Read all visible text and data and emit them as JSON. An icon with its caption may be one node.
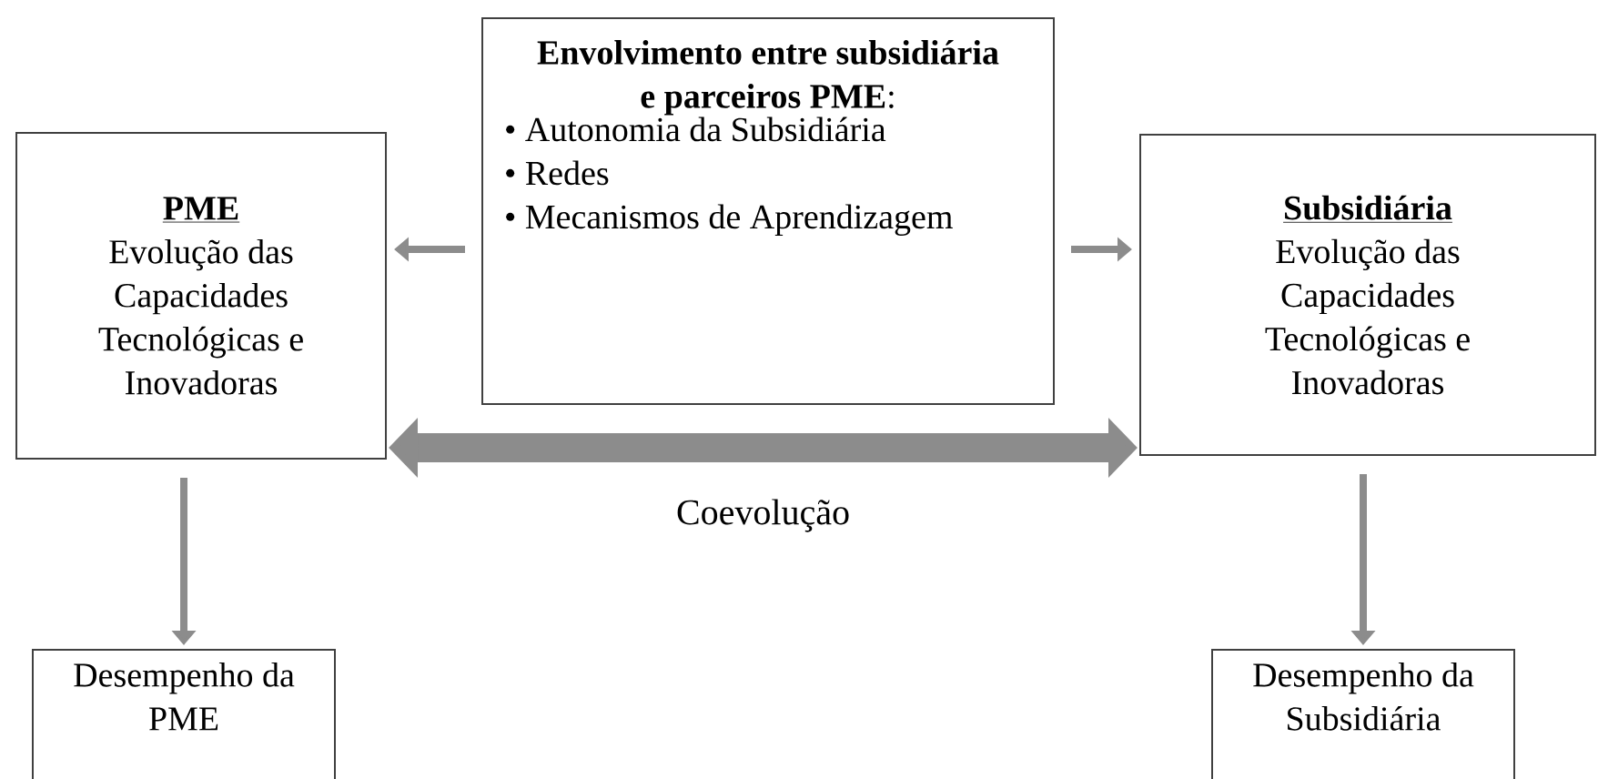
{
  "diagram": {
    "nodes": [
      {
        "text": [
          "**Envolvimento entre subsidiária e parceiros PME**:",
          "• Autonomia da Subsidiária",
          "• Redes",
          "• Mecanismos de Aprendizagem"
        ]
      },
      {
        "text": [
          "PME",
          "Evolução das Capacidades Tecnológicas e Inovadoras"
        ]
      },
      {
        "text": [
          "Subsidiária",
          "Evolução das Capacidades Tecnológicas e Inovadoras"
        ]
      },
      {
        "text": [
          "Desempenho da PME"
        ]
      },
      {
        "text": [
          "Desempenho da Subsidiária"
        ]
      }
    ],
    "edges": [
      {
        "from": 0,
        "to": 1,
        "arrow": "to"
      },
      {
        "from": 0,
        "to": 2,
        "arrow": "to"
      },
      {
        "from": 1,
        "to": 2,
        "arrow": "both",
        "label": "Coevolução",
        "style": "thick"
      },
      {
        "from": 1,
        "to": 3,
        "arrow": "to"
      },
      {
        "from": 2,
        "to": 4,
        "arrow": "to"
      }
    ]
  }
}
